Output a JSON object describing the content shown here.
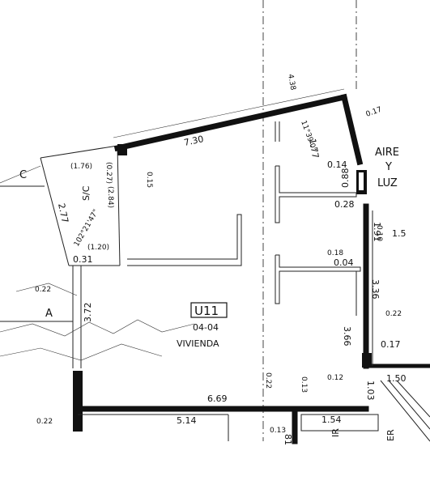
{
  "plan": {
    "unit_id": "U11",
    "unit_sub": "04-04",
    "unit_use": "VIVIENDA",
    "axis_c": "C",
    "axis_a": "A",
    "aire_luz": [
      "AIRE",
      "Y",
      "LUZ"
    ]
  },
  "dims": {
    "top_wall": "7.30",
    "d_0_15": "0.15",
    "d_top_small": "4.38",
    "d_1_77": "1.77",
    "d_angle_top": "11°39'0\"",
    "d_0_17_top": "0.17",
    "d_0_14": "0.14",
    "d_0_88": "0.88",
    "d_0_28": "0.28",
    "d_1_76": "(1.76)",
    "d_0_27": "(0.27)",
    "d_sc": "S/C",
    "d_2_84": "(2.84)",
    "d_2_77": "2.77",
    "d_angle_left": "102°21'47\"",
    "d_1_20": "(1.20)",
    "d_0_31": "0.31",
    "d_1_91": "1.91",
    "d_0_10": "0.10",
    "d_1_5": "1.5",
    "d_0_18": "0.18",
    "d_0_04": "0.04",
    "d_3_36": "3.36",
    "d_0_22_right": "0.22",
    "d_3_66": "3.66",
    "d_0_17_right": "0.17",
    "d_0_12": "0.12",
    "d_1_50": "1.50",
    "d_1_03": "1.03",
    "d_0_22_left": "0.22",
    "d_3_72": "3.72",
    "d_0_22_mid": "0.22",
    "d_0_13_mid": "0.13",
    "d_6_69": "6.69",
    "d_5_14": "5.14",
    "d_0_22_bottom": "0.22",
    "d_0_13_bottom": "0.13",
    "d_1_54": "1.54",
    "d_81": "81",
    "d_ir": "IR",
    "d_er": "ER"
  }
}
